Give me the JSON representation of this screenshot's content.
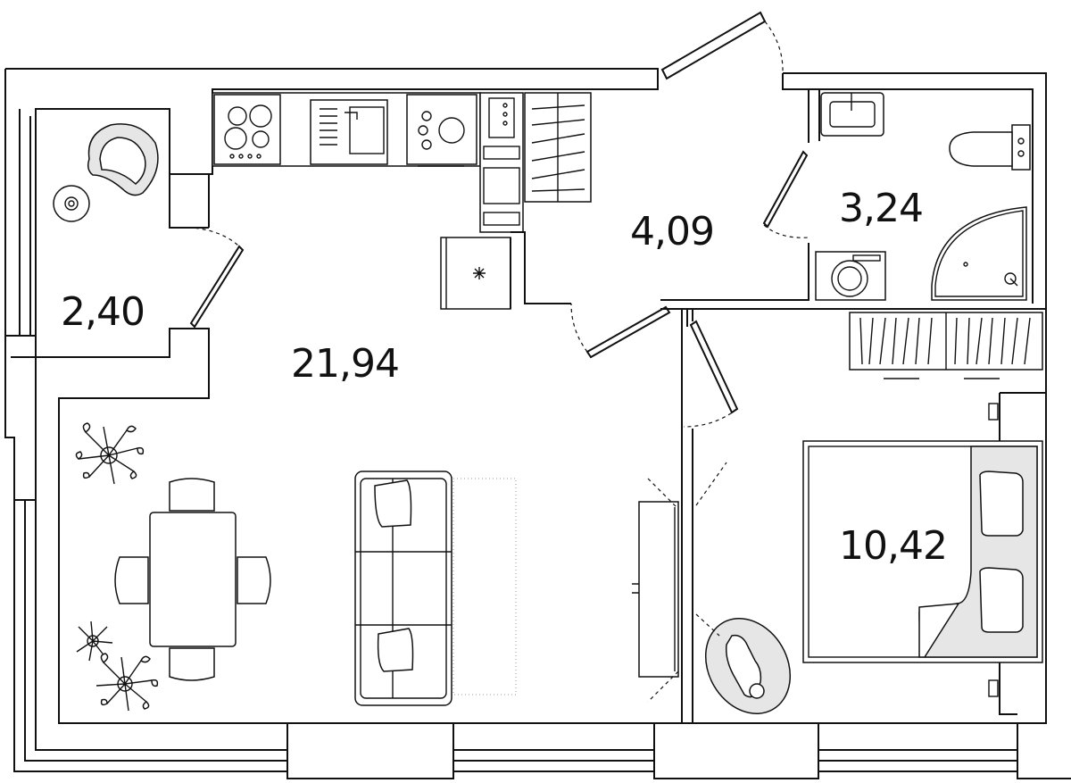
{
  "rooms": [
    {
      "id": "balcony",
      "area": "2,40"
    },
    {
      "id": "living-kitchen",
      "area": "21,94"
    },
    {
      "id": "hallway",
      "area": "4,09"
    },
    {
      "id": "bathroom",
      "area": "3,24"
    },
    {
      "id": "bedroom",
      "area": "10,42"
    }
  ],
  "style": {
    "wall_color": "#111111",
    "fixture_fill": "#e6e6e6",
    "background": "#ffffff"
  }
}
